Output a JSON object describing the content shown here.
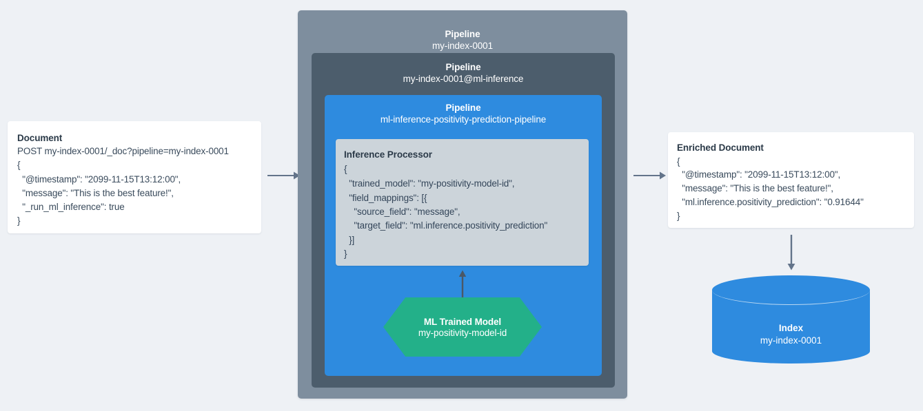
{
  "diagram": {
    "title": "Elasticsearch ML inference pipeline flow",
    "background_color": "#eef1f5",
    "colors": {
      "pipeline_outer": "#7e8e9e",
      "pipeline_mid": "#4c5d6c",
      "pipeline_inner": "#2e8bdf",
      "processor_panel": "#ccd4da",
      "ml_model": "#23b089",
      "index_cylinder": "#2e8bdf",
      "arrow": "#63748a",
      "card": "#ffffff"
    }
  },
  "source_document": {
    "title": "Document",
    "lines": [
      "POST my-index-0001/_doc?pipeline=my-index-0001",
      "{",
      "  \"@timestamp\": \"2099-11-15T13:12:00\",",
      "  \"message\": \"This is the best feature!\",",
      "  \"_run_ml_inference\": true",
      "}"
    ]
  },
  "pipelines": {
    "outer": {
      "type_label": "Pipeline",
      "name": "my-index-0001"
    },
    "middle": {
      "type_label": "Pipeline",
      "name": "my-index-0001@ml-inference"
    },
    "inner": {
      "type_label": "Pipeline",
      "name": "ml-inference-positivity-prediction-pipeline"
    }
  },
  "inference_processor": {
    "title": "Inference Processor",
    "lines": [
      "{",
      "  \"trained_model\": \"my-positivity-model-id\",",
      "  \"field_mappings\": [{",
      "    \"source_field\": \"message\",",
      "    \"target_field\": \"ml.inference.positivity_prediction\"",
      "  }]",
      "}"
    ]
  },
  "ml_trained_model": {
    "type_label": "ML Trained Model",
    "name": "my-positivity-model-id"
  },
  "enriched_document": {
    "title": "Enriched Document",
    "lines": [
      "{",
      "  \"@timestamp\": \"2099-11-15T13:12:00\",",
      "  \"message\": \"This is the best feature!\",",
      "  \"ml.inference.positivity_prediction\": \"0.91644\"",
      "}"
    ]
  },
  "index": {
    "type_label": "Index",
    "name": "my-index-0001"
  },
  "arrows": [
    {
      "id": "document-to-pipeline",
      "direction": "right"
    },
    {
      "id": "pipeline-to-enriched-document",
      "direction": "right"
    },
    {
      "id": "model-to-processor",
      "direction": "up"
    },
    {
      "id": "enriched-document-to-index",
      "direction": "down"
    }
  ]
}
